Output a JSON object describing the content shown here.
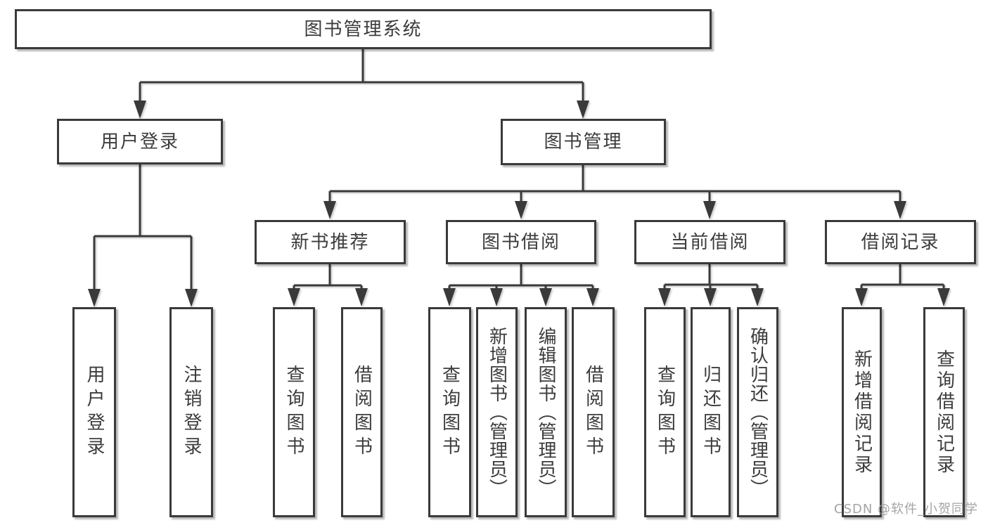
{
  "diagram": {
    "title": "图书管理系统",
    "root": {
      "label": "图书管理系统"
    },
    "branches": [
      {
        "label": "用户登录",
        "children": [
          {
            "label": "用户登录"
          },
          {
            "label": "注销登录"
          }
        ]
      },
      {
        "label": "图书管理",
        "children": [
          {
            "label": "新书推荐",
            "children": [
              {
                "label": "查询图书"
              },
              {
                "label": "借阅图书"
              }
            ]
          },
          {
            "label": "图书借阅",
            "children": [
              {
                "label": "查询图书"
              },
              {
                "label": "新增图书（管理员）"
              },
              {
                "label": "编辑图书（管理员）"
              },
              {
                "label": "借阅图书"
              }
            ]
          },
          {
            "label": "当前借阅",
            "children": [
              {
                "label": "查询图书"
              },
              {
                "label": "归还图书"
              },
              {
                "label": "确认归还（管理员）"
              }
            ]
          },
          {
            "label": "借阅记录",
            "children": [
              {
                "label": "新增借阅记录"
              },
              {
                "label": "查询借阅记录"
              }
            ]
          }
        ]
      }
    ]
  },
  "watermark": {
    "text": "CSDN @软件_小贺同学"
  },
  "colors": {
    "line": "#3a3a3a",
    "border": "#3a3a3a",
    "text": "#3c3c3c",
    "watermark": "#9b9b9b",
    "background": "#ffffff"
  }
}
